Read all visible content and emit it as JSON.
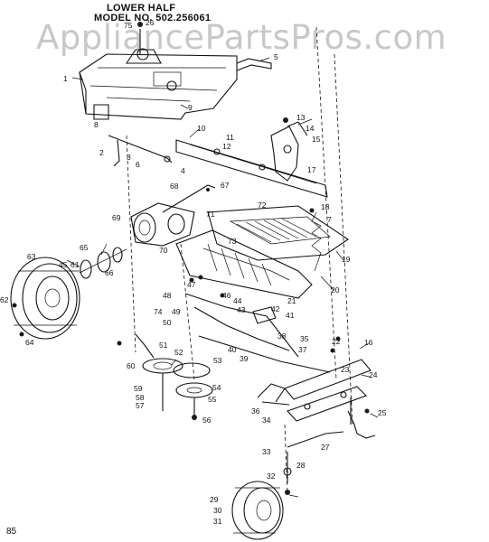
{
  "header": {
    "title_line1": "LOWER HALF",
    "title_line2": "MODEL NO. 502.256061"
  },
  "watermark": "AppliancePartsPros.com",
  "footer": {
    "page_code": "85"
  },
  "callouts": [
    {
      "id": "c1",
      "text": "1"
    },
    {
      "id": "c2",
      "text": "2"
    },
    {
      "id": "c3",
      "text": "3"
    },
    {
      "id": "c4",
      "text": "4"
    },
    {
      "id": "c5",
      "text": "5"
    },
    {
      "id": "c6",
      "text": "6"
    },
    {
      "id": "c7",
      "text": "7"
    },
    {
      "id": "c8",
      "text": "8"
    },
    {
      "id": "c9",
      "text": "9"
    },
    {
      "id": "c10",
      "text": "10"
    },
    {
      "id": "c11",
      "text": "11"
    },
    {
      "id": "c12",
      "text": "12"
    },
    {
      "id": "c13",
      "text": "13"
    },
    {
      "id": "c14",
      "text": "14"
    },
    {
      "id": "c15",
      "text": "15"
    },
    {
      "id": "c16",
      "text": "16"
    },
    {
      "id": "c17",
      "text": "17"
    },
    {
      "id": "c18",
      "text": "18"
    },
    {
      "id": "c19",
      "text": "19"
    },
    {
      "id": "c20",
      "text": "20"
    },
    {
      "id": "c21",
      "text": "21"
    },
    {
      "id": "c22",
      "text": "22"
    },
    {
      "id": "c23",
      "text": "23"
    },
    {
      "id": "c24",
      "text": "24"
    },
    {
      "id": "c25",
      "text": "25"
    },
    {
      "id": "c26",
      "text": "26"
    },
    {
      "id": "c27",
      "text": "27"
    },
    {
      "id": "c28",
      "text": "28"
    },
    {
      "id": "c29",
      "text": "29"
    },
    {
      "id": "c30",
      "text": "30"
    },
    {
      "id": "c31",
      "text": "31"
    },
    {
      "id": "c32",
      "text": "32"
    },
    {
      "id": "c33",
      "text": "33"
    },
    {
      "id": "c34",
      "text": "34"
    },
    {
      "id": "c35",
      "text": "35"
    },
    {
      "id": "c36",
      "text": "36"
    },
    {
      "id": "c37",
      "text": "37"
    },
    {
      "id": "c38",
      "text": "38"
    },
    {
      "id": "c39",
      "text": "39"
    },
    {
      "id": "c40",
      "text": "40"
    },
    {
      "id": "c41",
      "text": "41"
    },
    {
      "id": "c42",
      "text": "42"
    },
    {
      "id": "c43",
      "text": "43"
    },
    {
      "id": "c44",
      "text": "44"
    },
    {
      "id": "c45",
      "text": "45"
    },
    {
      "id": "c46",
      "text": "46"
    },
    {
      "id": "c47",
      "text": "47"
    },
    {
      "id": "c48",
      "text": "48"
    },
    {
      "id": "c49",
      "text": "49"
    },
    {
      "id": "c50",
      "text": "50"
    },
    {
      "id": "c51",
      "text": "51"
    },
    {
      "id": "c52",
      "text": "52"
    },
    {
      "id": "c53",
      "text": "53"
    },
    {
      "id": "c54",
      "text": "54"
    },
    {
      "id": "c55",
      "text": "55"
    },
    {
      "id": "c56",
      "text": "56"
    },
    {
      "id": "c57",
      "text": "57"
    },
    {
      "id": "c58",
      "text": "58"
    },
    {
      "id": "c59",
      "text": "59"
    },
    {
      "id": "c60",
      "text": "60"
    },
    {
      "id": "c61",
      "text": "61"
    },
    {
      "id": "c62",
      "text": "62"
    },
    {
      "id": "c63",
      "text": "63"
    },
    {
      "id": "c64",
      "text": "64"
    },
    {
      "id": "c65",
      "text": "65"
    },
    {
      "id": "c66",
      "text": "66"
    },
    {
      "id": "c67",
      "text": "67"
    },
    {
      "id": "c68",
      "text": "68"
    },
    {
      "id": "c69",
      "text": "69"
    },
    {
      "id": "c70",
      "text": "70"
    },
    {
      "id": "c71",
      "text": "71"
    },
    {
      "id": "c72",
      "text": "72"
    },
    {
      "id": "c73",
      "text": "73"
    },
    {
      "id": "c74",
      "text": "74"
    },
    {
      "id": "c75",
      "text": "75"
    }
  ]
}
